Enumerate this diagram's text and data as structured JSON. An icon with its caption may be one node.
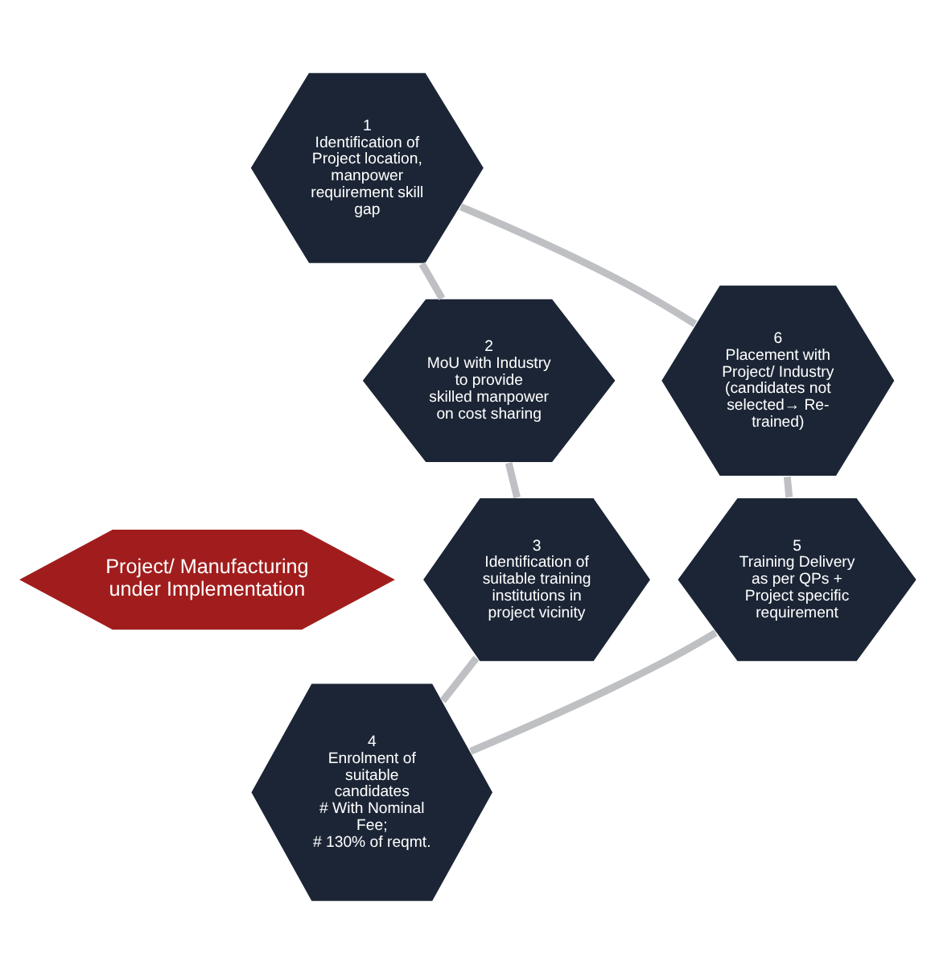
{
  "diagram": {
    "nodes": [
      {
        "text": [
          "Project/ Manufacturing under Implementation"
        ]
      },
      {
        "text": [
          "1",
          "Identification of Project location, manpower requirement skill gap"
        ]
      },
      {
        "text": [
          "2",
          "MoU with Industry to provide skilled manpower on cost sharing"
        ]
      },
      {
        "text": [
          "3",
          "Identification of suitable training institutions in project vicinity"
        ]
      },
      {
        "text": [
          "4",
          "Enrolment of suitable candidates",
          "# With Nominal Fee;",
          "# 130% of reqmt."
        ]
      },
      {
        "text": [
          "5",
          "Training Delivery as per QPs + Project specific requirement"
        ]
      },
      {
        "text": [
          "6",
          "Placement with Project/ Industry",
          "(candidates not selected→ Re-trained)"
        ]
      }
    ],
    "edges": [
      {
        "from": 1,
        "to": 2,
        "arrow": "none"
      },
      {
        "from": 2,
        "to": 3,
        "arrow": "none"
      },
      {
        "from": 3,
        "to": 4,
        "arrow": "none"
      },
      {
        "from": 4,
        "to": 5,
        "arrow": "none"
      },
      {
        "from": 5,
        "to": 6,
        "arrow": "none"
      },
      {
        "from": 6,
        "to": 1,
        "arrow": "none"
      }
    ]
  }
}
